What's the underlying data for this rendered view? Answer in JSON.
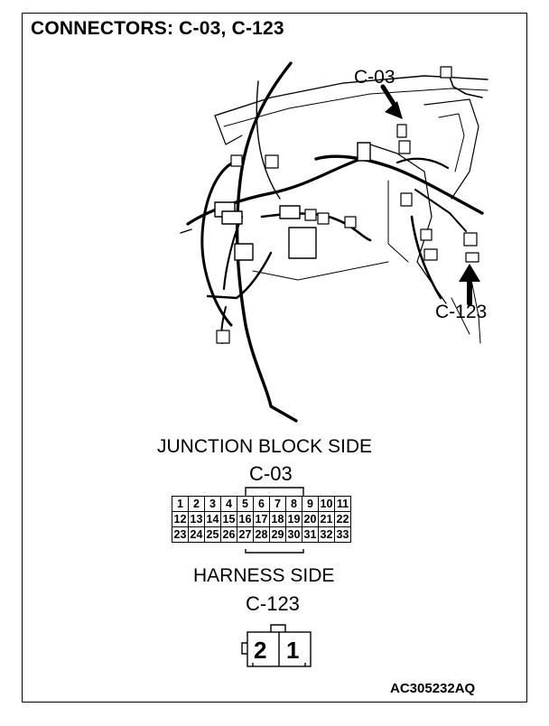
{
  "title": "CONNECTORS: C-03, C-123",
  "callouts": {
    "c03": "C-03",
    "c123": "C-123"
  },
  "junction": {
    "heading": "JUNCTION BLOCK SIDE",
    "connector": "C-03",
    "rows": [
      [
        "1",
        "2",
        "3",
        "4",
        "5",
        "6",
        "7",
        "8",
        "9",
        "10",
        "11"
      ],
      [
        "12",
        "13",
        "14",
        "15",
        "16",
        "17",
        "18",
        "19",
        "20",
        "21",
        "22"
      ],
      [
        "23",
        "24",
        "25",
        "26",
        "27",
        "28",
        "29",
        "30",
        "31",
        "32",
        "33"
      ]
    ]
  },
  "harness": {
    "heading": "HARNESS SIDE",
    "connector": "C-123",
    "pins": [
      "2",
      "1"
    ]
  },
  "figure_code": "AC305232AQ"
}
